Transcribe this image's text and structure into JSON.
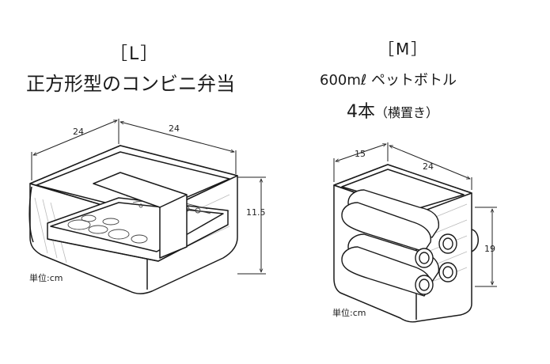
{
  "left": {
    "size": "［L］",
    "title": "正方形型のコンビニ弁当",
    "dims": {
      "depth": "24",
      "width": "24",
      "height": "11.5"
    },
    "unit": "単位:cm"
  },
  "right": {
    "size": "［M］",
    "title_line1": "600mℓ ペットボトル",
    "title_line2_count": "4本",
    "title_line2_note": "（横置き）",
    "dims": {
      "depth": "15",
      "width": "24",
      "height": "19"
    },
    "unit": "単位:cm"
  },
  "colors": {
    "line": "#1a1a1a",
    "shade": "#cfcfcf"
  }
}
